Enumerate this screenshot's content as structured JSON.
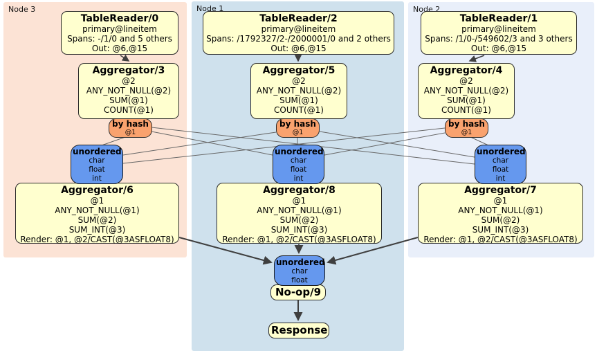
{
  "regions": [
    {
      "label": "Node 3"
    },
    {
      "label": "Node 1"
    },
    {
      "label": "Node 2"
    }
  ],
  "table_readers": [
    {
      "title": "TableReader/0",
      "index": "primary@lineitem",
      "spans": "Spans: -/1/0 and 5 others",
      "out": "Out: @6,@15"
    },
    {
      "title": "TableReader/2",
      "index": "primary@lineitem",
      "spans": "Spans: /1792327/2-/2000001/0 and 2 others",
      "out": "Out: @6,@15"
    },
    {
      "title": "TableReader/1",
      "index": "primary@lineitem",
      "spans": "Spans: /1/0-/549602/3 and 3 others",
      "out": "Out: @6,@15"
    }
  ],
  "stage1_aggregators": [
    {
      "title": "Aggregator/3",
      "lines": [
        "@2",
        "ANY_NOT_NULL(@2)",
        "SUM(@1)",
        "COUNT(@1)"
      ]
    },
    {
      "title": "Aggregator/5",
      "lines": [
        "@2",
        "ANY_NOT_NULL(@2)",
        "SUM(@1)",
        "COUNT(@1)"
      ]
    },
    {
      "title": "Aggregator/4",
      "lines": [
        "@2",
        "ANY_NOT_NULL(@2)",
        "SUM(@1)",
        "COUNT(@1)"
      ]
    }
  ],
  "hash_routers": [
    {
      "title": "by hash",
      "key": "@1"
    },
    {
      "title": "by hash",
      "key": "@1"
    },
    {
      "title": "by hash",
      "key": "@1"
    }
  ],
  "unordered_syncs": [
    {
      "title": "unordered",
      "types": [
        "char",
        "float",
        "int"
      ]
    },
    {
      "title": "unordered",
      "types": [
        "char",
        "float",
        "int"
      ]
    },
    {
      "title": "unordered",
      "types": [
        "char",
        "float",
        "int"
      ]
    }
  ],
  "stage2_aggregators": [
    {
      "title": "Aggregator/6",
      "lines": [
        "@1",
        "ANY_NOT_NULL(@1)",
        "SUM(@2)",
        "SUM_INT(@3)",
        "Render: @1, @2/CAST(@3ASFLOAT8)"
      ]
    },
    {
      "title": "Aggregator/8",
      "lines": [
        "@1",
        "ANY_NOT_NULL(@1)",
        "SUM(@2)",
        "SUM_INT(@3)",
        "Render: @1, @2/CAST(@3ASFLOAT8)"
      ]
    },
    {
      "title": "Aggregator/7",
      "lines": [
        "@1",
        "ANY_NOT_NULL(@1)",
        "SUM(@2)",
        "SUM_INT(@3)",
        "Render: @1, @2/CAST(@3ASFLOAT8)"
      ]
    }
  ],
  "final_sync": {
    "title": "unordered",
    "types": [
      "char",
      "float"
    ]
  },
  "noop": {
    "title": "No-op/9"
  },
  "response": {
    "title": "Response"
  },
  "colors": {
    "processor_fill": "#ffffcf",
    "router_fill": "#f9a26e",
    "sync_fill": "#6598ee",
    "node3_bg": "#fce3d5",
    "node1_bg": "#cfe1ed",
    "node2_bg": "#e9effa",
    "edge": "#444444"
  }
}
